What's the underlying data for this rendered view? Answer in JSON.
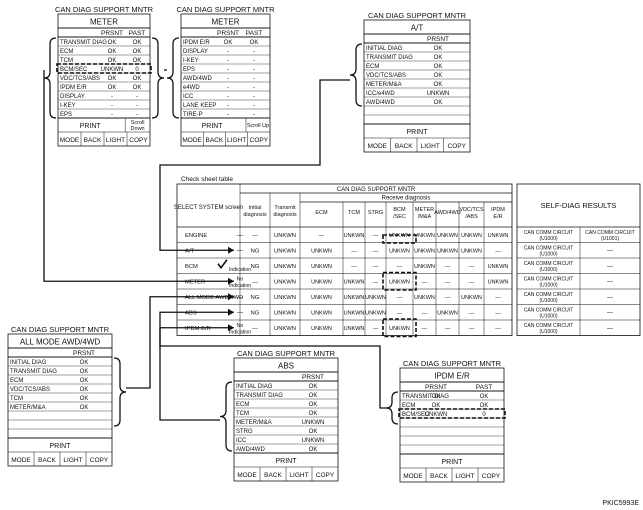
{
  "figure_code": "PKIC5993E",
  "check_sheet": {
    "caption": "Check sheet table",
    "group_header": "CAN DIAG SUPPORT MNTR",
    "select_header": "SELECT SYSTEM screen",
    "initial_diag": "Initial diagnosis",
    "transmit_diag": "Transmit diagnosis",
    "receive_diag": "Receive diagnosis",
    "sub_headers": [
      "ECM",
      "TCM",
      "STRG",
      "BCM /SEC",
      "METER /M&A",
      "AWD/4WD",
      "VDC/TCS /ABS",
      "IPDM E/R"
    ],
    "self_diag": "SELF-DIAG RESULTS",
    "rows": [
      {
        "system": "ENGINE",
        "select": "—",
        "initial": "—",
        "transmit": "UNKWN",
        "recv": [
          "—",
          "UNKWN",
          "—",
          "UNKWN",
          "UNKWN",
          "UNKWN",
          "UNKWN",
          "UNKWN"
        ],
        "self1": "CAN COMM CIRCUIT (U1000)",
        "self2": "CAN COMM CIRCUIT (U1001)"
      },
      {
        "system": "A/T",
        "select": "—",
        "initial": "NG",
        "transmit": "UNKWN",
        "recv": [
          "UNKWN",
          "—",
          "—",
          "UNKWN",
          "UNKWN",
          "UNKWN",
          "UNKWN",
          "—"
        ],
        "self1": "CAN COMM CIRCUIT (U1000)",
        "self2": "—"
      },
      {
        "system": "BCM",
        "select": "Indication",
        "initial": "NG",
        "transmit": "UNKWN",
        "recv": [
          "UNKWN",
          "—",
          "—",
          "—",
          "UNKWN",
          "—",
          "—",
          "UNKWN"
        ],
        "self1": "CAN COMM CIRCUIT (U1000)",
        "self2": "—"
      },
      {
        "system": "METER",
        "select": "No Indication",
        "initial": "—",
        "transmit": "UNKWN",
        "recv": [
          "UNKWN",
          "UNKWN",
          "—",
          "UNKWN",
          "—",
          "—",
          "—",
          "UNKWN"
        ],
        "self1": "CAN COMM CIRCUIT (U1000)",
        "self2": "—"
      },
      {
        "system": "ALL MODE AWD/4WD",
        "select": "—",
        "initial": "NG",
        "transmit": "UNKWN",
        "recv": [
          "UNKWN",
          "UNKWN",
          "UNKWN",
          "—",
          "UNKWN",
          "—",
          "UNKWN",
          "—"
        ],
        "self1": "CAN COMM CIRCUIT (U1000)",
        "self2": "—"
      },
      {
        "system": "ABS",
        "select": "—",
        "initial": "NG",
        "transmit": "UNKWN",
        "recv": [
          "UNKWN",
          "UNKWN",
          "UNKWN",
          "—",
          "—",
          "UNKWN",
          "—",
          "—"
        ],
        "self1": "CAN COMM CIRCUIT (U1000)",
        "self2": "—"
      },
      {
        "system": "IPDM E/R",
        "select": "No Indication",
        "initial": "—",
        "transmit": "UNKWN",
        "recv": [
          "UNKWN",
          "UNKWN",
          "—",
          "UNKWN",
          "—",
          "—",
          "—",
          "—"
        ],
        "self1": "CAN COMM CIRCUIT (U1000)",
        "self2": "—"
      }
    ]
  },
  "screens": {
    "meter1": {
      "caption": "CAN DIAG SUPPORT MNTR",
      "title": "METER",
      "cols": [
        "PRSNT",
        "PAST"
      ],
      "rows": [
        [
          "TRANSMIT DIAG",
          "OK",
          "OK"
        ],
        [
          "ECM",
          "OK",
          "OK"
        ],
        [
          "TCM",
          "OK",
          "OK"
        ],
        [
          "BCM/SEC",
          "UNKWN",
          "0"
        ],
        [
          "VDC/TCS/ABS",
          "OK",
          "OK"
        ],
        [
          "IPDM E/R",
          "OK",
          "OK"
        ],
        [
          "DISPLAY",
          "-",
          "-"
        ],
        [
          "I-KEY",
          "-",
          "-"
        ],
        [
          "EPS",
          "-",
          "-"
        ]
      ],
      "print": "PRINT",
      "scroll": "Scroll Down",
      "buttons": [
        "MODE",
        "BACK",
        "LIGHT",
        "COPY"
      ]
    },
    "meter2": {
      "caption": "CAN DIAG SUPPORT MNTR",
      "title": "METER",
      "cols": [
        "PRSNT",
        "PAST"
      ],
      "rows": [
        [
          "IPDM E/R",
          "OK",
          "OK"
        ],
        [
          "DISPLAY",
          "-",
          "-"
        ],
        [
          "I-KEY",
          "-",
          "-"
        ],
        [
          "EPS",
          "-",
          "-"
        ],
        [
          "AWD/4WD",
          "-",
          "-"
        ],
        [
          "e4WD",
          "-",
          "-"
        ],
        [
          "ICC",
          "-",
          "-"
        ],
        [
          "LANE KEEP",
          "-",
          "-"
        ],
        [
          "TIRE-P",
          "-",
          "-"
        ]
      ],
      "print": "PRINT",
      "scroll": "Scroll Up",
      "buttons": [
        "MODE",
        "BACK",
        "LIGHT",
        "COPY"
      ]
    },
    "at": {
      "caption": "CAN DIAG SUPPORT MNTR",
      "title": "A/T",
      "cols": [
        "PRSNT"
      ],
      "rows": [
        [
          "INITIAL DIAG",
          "OK"
        ],
        [
          "TRANSMIT DIAG",
          "OK"
        ],
        [
          "ECM",
          "OK"
        ],
        [
          "VDC/TCS/ABS",
          "OK"
        ],
        [
          "METER/M&A",
          "OK"
        ],
        [
          "ICC/e4WD",
          "UNKWN"
        ],
        [
          "AWD/4WD",
          "OK"
        ]
      ],
      "print": "PRINT",
      "buttons": [
        "MODE",
        "BACK",
        "LIGHT",
        "COPY"
      ]
    },
    "awd": {
      "caption": "CAN DIAG SUPPORT MNTR",
      "title": "ALL MODE AWD/4WD",
      "cols": [
        "PRSNT"
      ],
      "rows": [
        [
          "INITIAL DIAG",
          "OK"
        ],
        [
          "TRANSMIT DIAG",
          "OK"
        ],
        [
          "ECM",
          "OK"
        ],
        [
          "VDC/TCS/ABS",
          "OK"
        ],
        [
          "TCM",
          "OK"
        ],
        [
          "METER/M&A",
          "OK"
        ]
      ],
      "print": "PRINT",
      "buttons": [
        "MODE",
        "BACK",
        "LIGHT",
        "COPY"
      ]
    },
    "abs": {
      "caption": "CAN DIAG SUPPORT MNTR",
      "title": "ABS",
      "cols": [
        "PRSNT"
      ],
      "rows": [
        [
          "INITIAL DIAG",
          "OK"
        ],
        [
          "TRANSMIT DIAG",
          "OK"
        ],
        [
          "ECM",
          "OK"
        ],
        [
          "TCM",
          "OK"
        ],
        [
          "METER/M&A",
          "UNKWN"
        ],
        [
          "STRG",
          "OK"
        ],
        [
          "ICC",
          "UNKWN"
        ],
        [
          "AWD/4WD",
          "OK"
        ]
      ],
      "print": "PRINT",
      "buttons": [
        "MODE",
        "BACK",
        "LIGHT",
        "COPY"
      ]
    },
    "ipdm": {
      "caption": "CAN DIAG SUPPORT MNTR",
      "title": "IPDM E/R",
      "cols": [
        "PRSNT",
        "PAST"
      ],
      "rows": [
        [
          "TRANSMIT DIAG",
          "OK",
          "OK"
        ],
        [
          "ECM",
          "OK",
          "OK"
        ],
        [
          "BCM/SEC",
          "UNKWN",
          "0"
        ]
      ],
      "print": "PRINT",
      "buttons": [
        "MODE",
        "BACK",
        "LIGHT",
        "COPY"
      ]
    }
  }
}
